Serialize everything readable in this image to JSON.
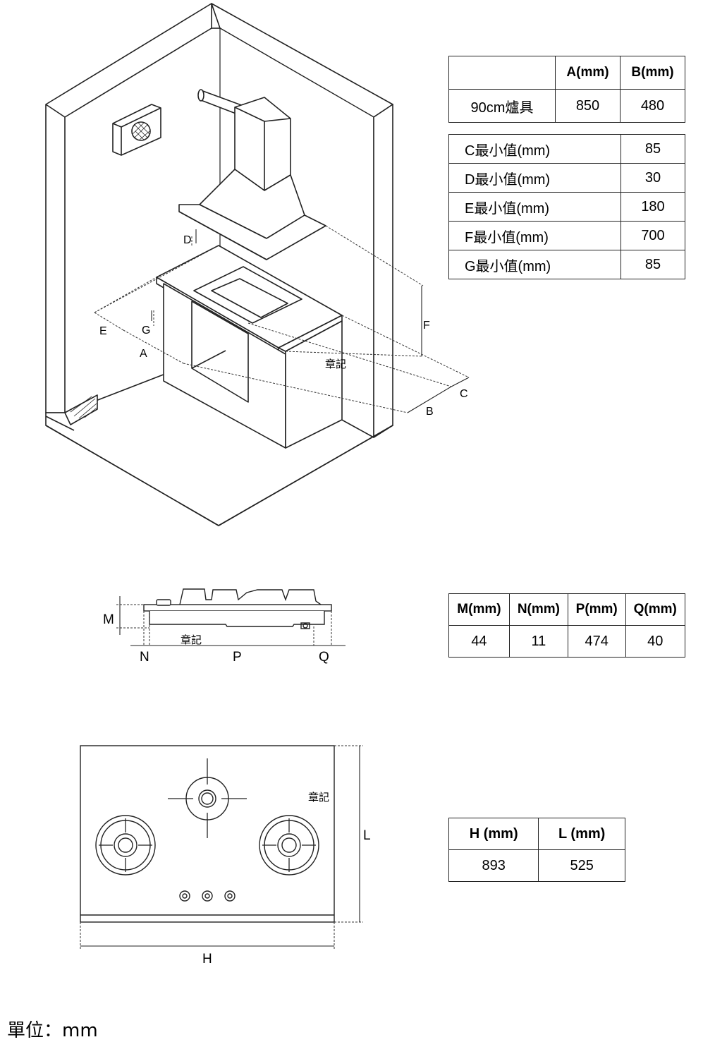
{
  "install_table": {
    "headers": [
      "",
      "A(mm)",
      "B(mm)"
    ],
    "rows": [
      [
        "90cm爐具",
        "850",
        "480"
      ]
    ]
  },
  "min_table": {
    "rows": [
      [
        "C最小值(mm)",
        "85"
      ],
      [
        "D最小值(mm)",
        "30"
      ],
      [
        "E最小值(mm)",
        "180"
      ],
      [
        "F最小值(mm)",
        "700"
      ],
      [
        "G最小值(mm)",
        "85"
      ]
    ]
  },
  "side_table": {
    "headers": [
      "M(mm)",
      "N(mm)",
      "P(mm)",
      "Q(mm)"
    ],
    "values": [
      "44",
      "11",
      "474",
      "40"
    ]
  },
  "top_table": {
    "headers": [
      "H (mm)",
      "L (mm)"
    ],
    "values": [
      "893",
      "525"
    ]
  },
  "labels": {
    "iso": {
      "a": "A",
      "b": "B",
      "c": "C",
      "d": "D",
      "e": "E",
      "f": "F",
      "g": "G"
    },
    "side": {
      "m": "M",
      "n": "N",
      "p": "P",
      "q": "Q"
    },
    "top": {
      "h": "H",
      "l": "L"
    },
    "stamp": "章記"
  },
  "unit_label": "單位：mm"
}
